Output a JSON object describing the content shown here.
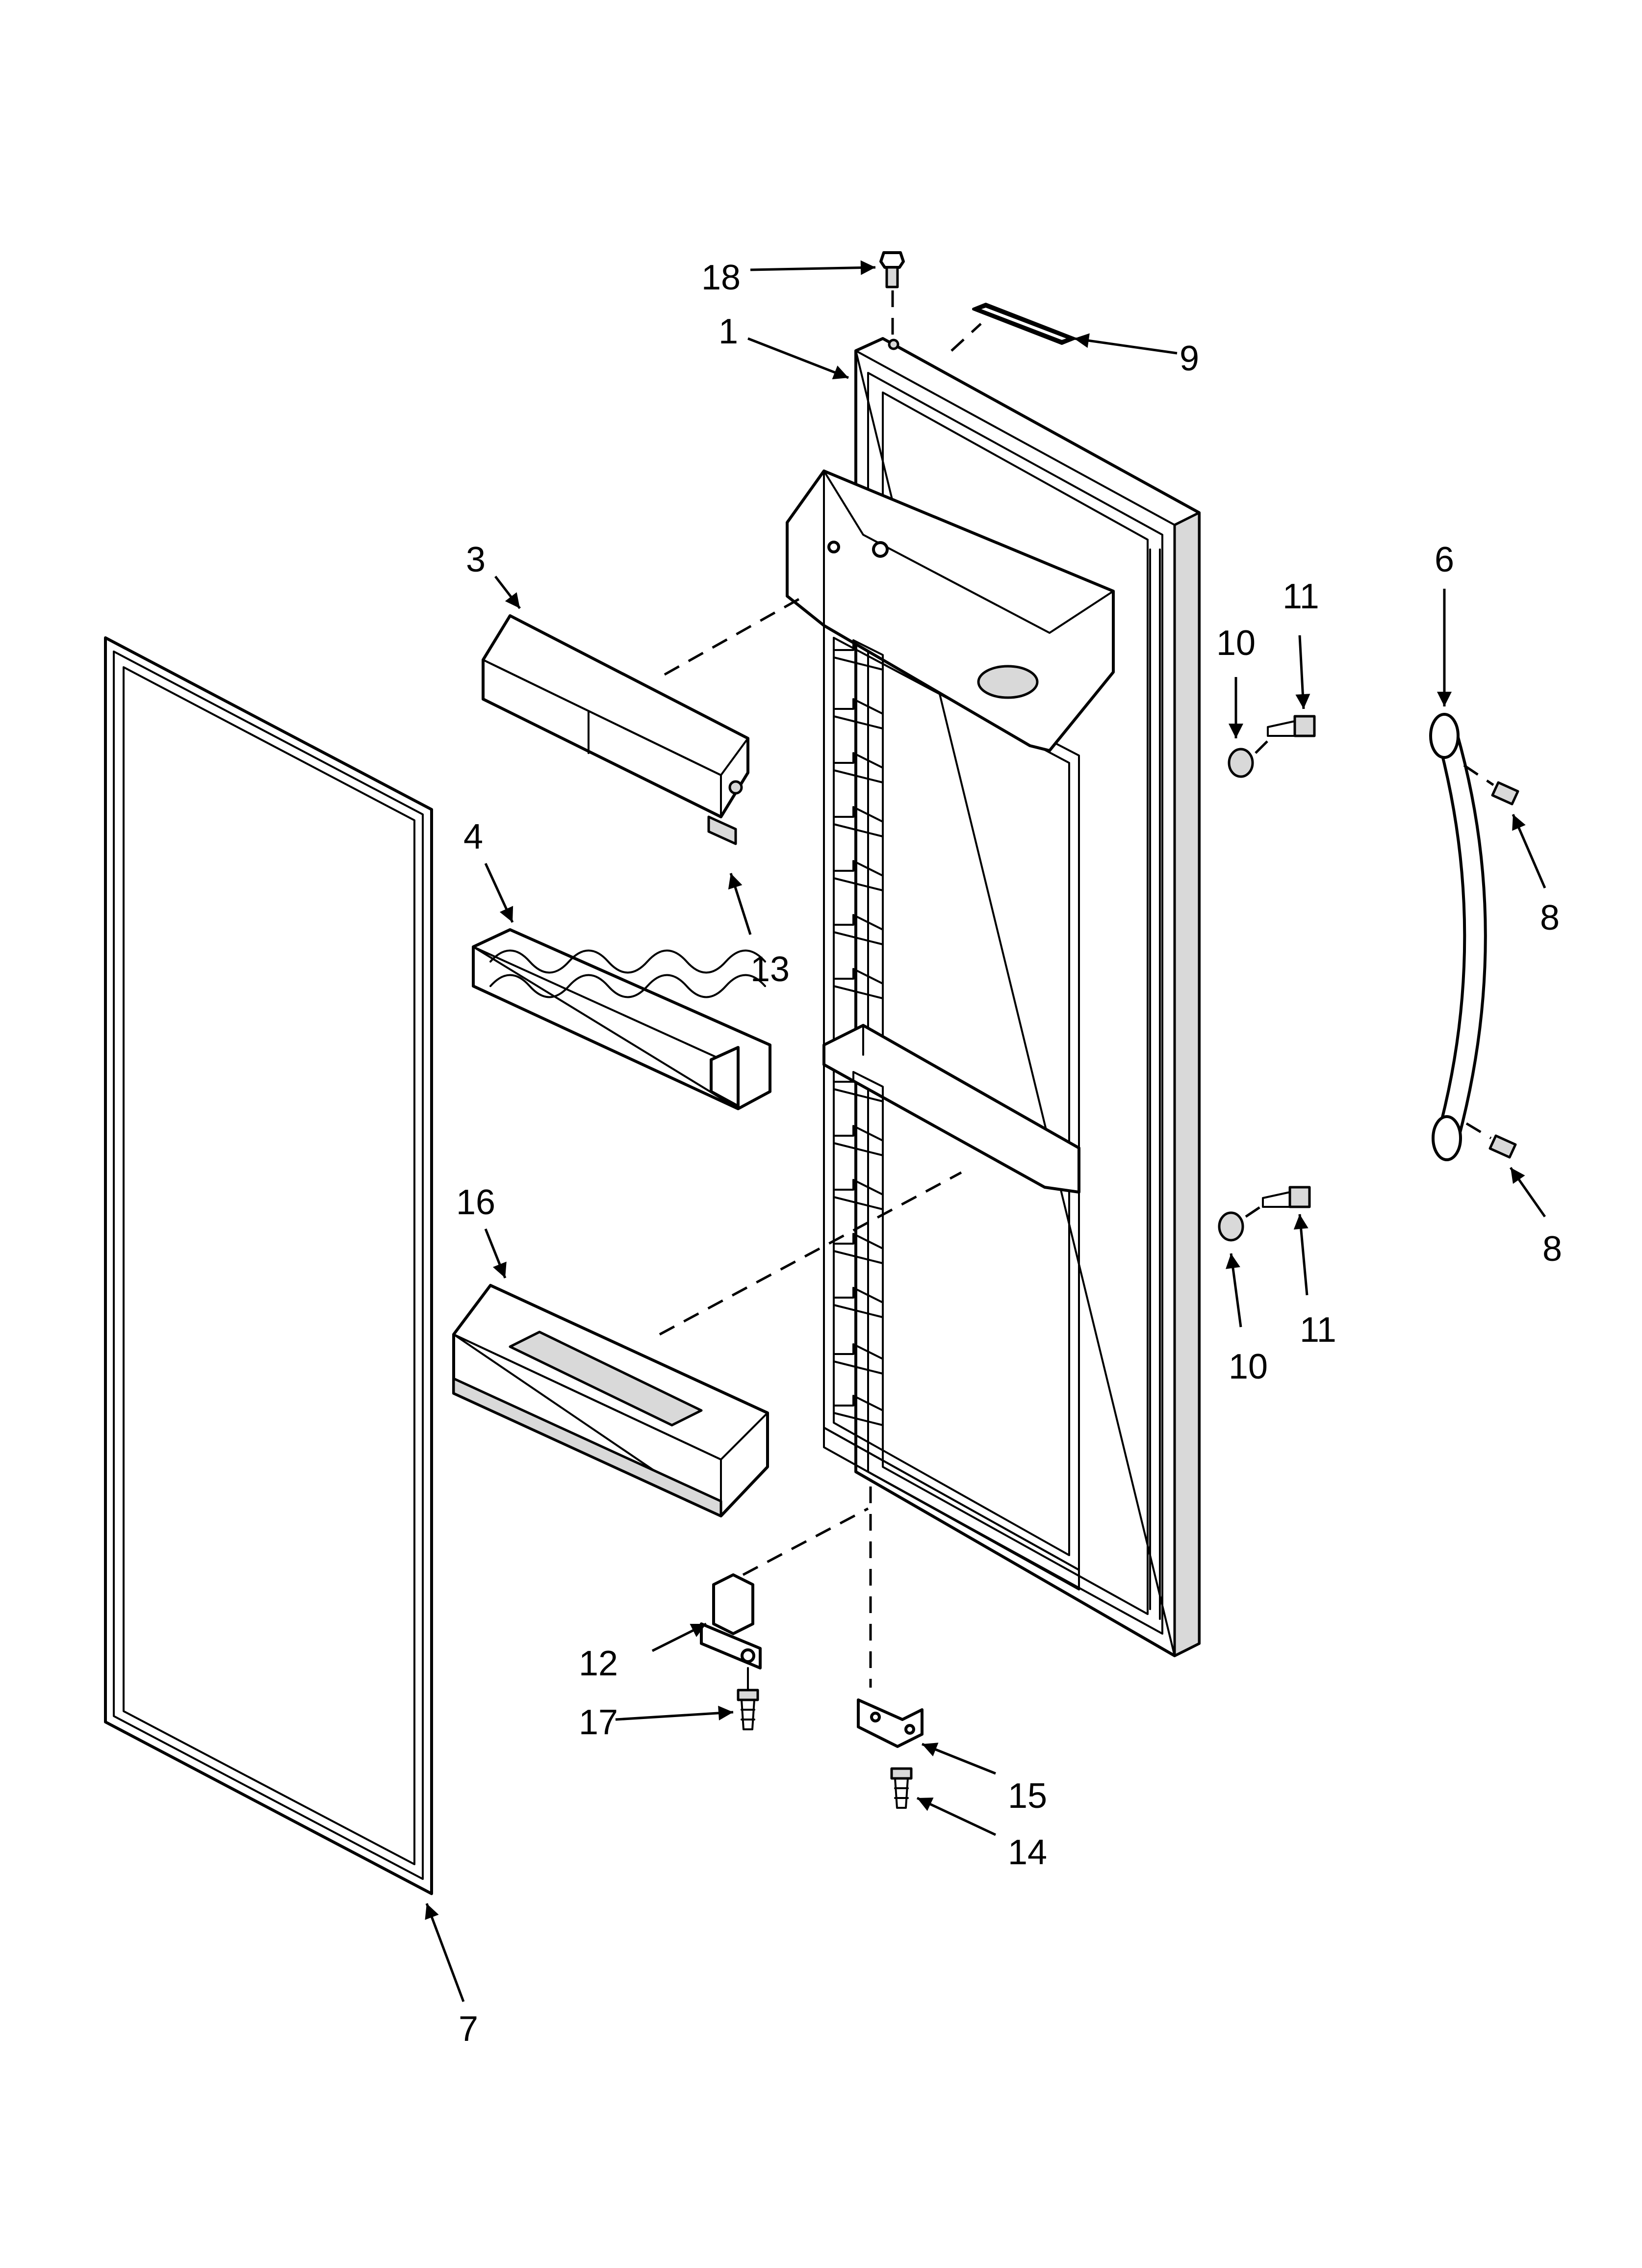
{
  "callouts": {
    "c1": "1",
    "c3": "3",
    "c4": "4",
    "c6": "6",
    "c7": "7",
    "c8a": "8",
    "c8b": "8",
    "c9": "9",
    "c10a": "10",
    "c10b": "10",
    "c11a": "11",
    "c11b": "11",
    "c12": "12",
    "c13": "13",
    "c14": "14",
    "c15": "15",
    "c16": "16",
    "c17": "17",
    "c18": "18"
  },
  "colors": {
    "line": "#000000",
    "background": "#ffffff",
    "shade": "#d9d9d9"
  }
}
